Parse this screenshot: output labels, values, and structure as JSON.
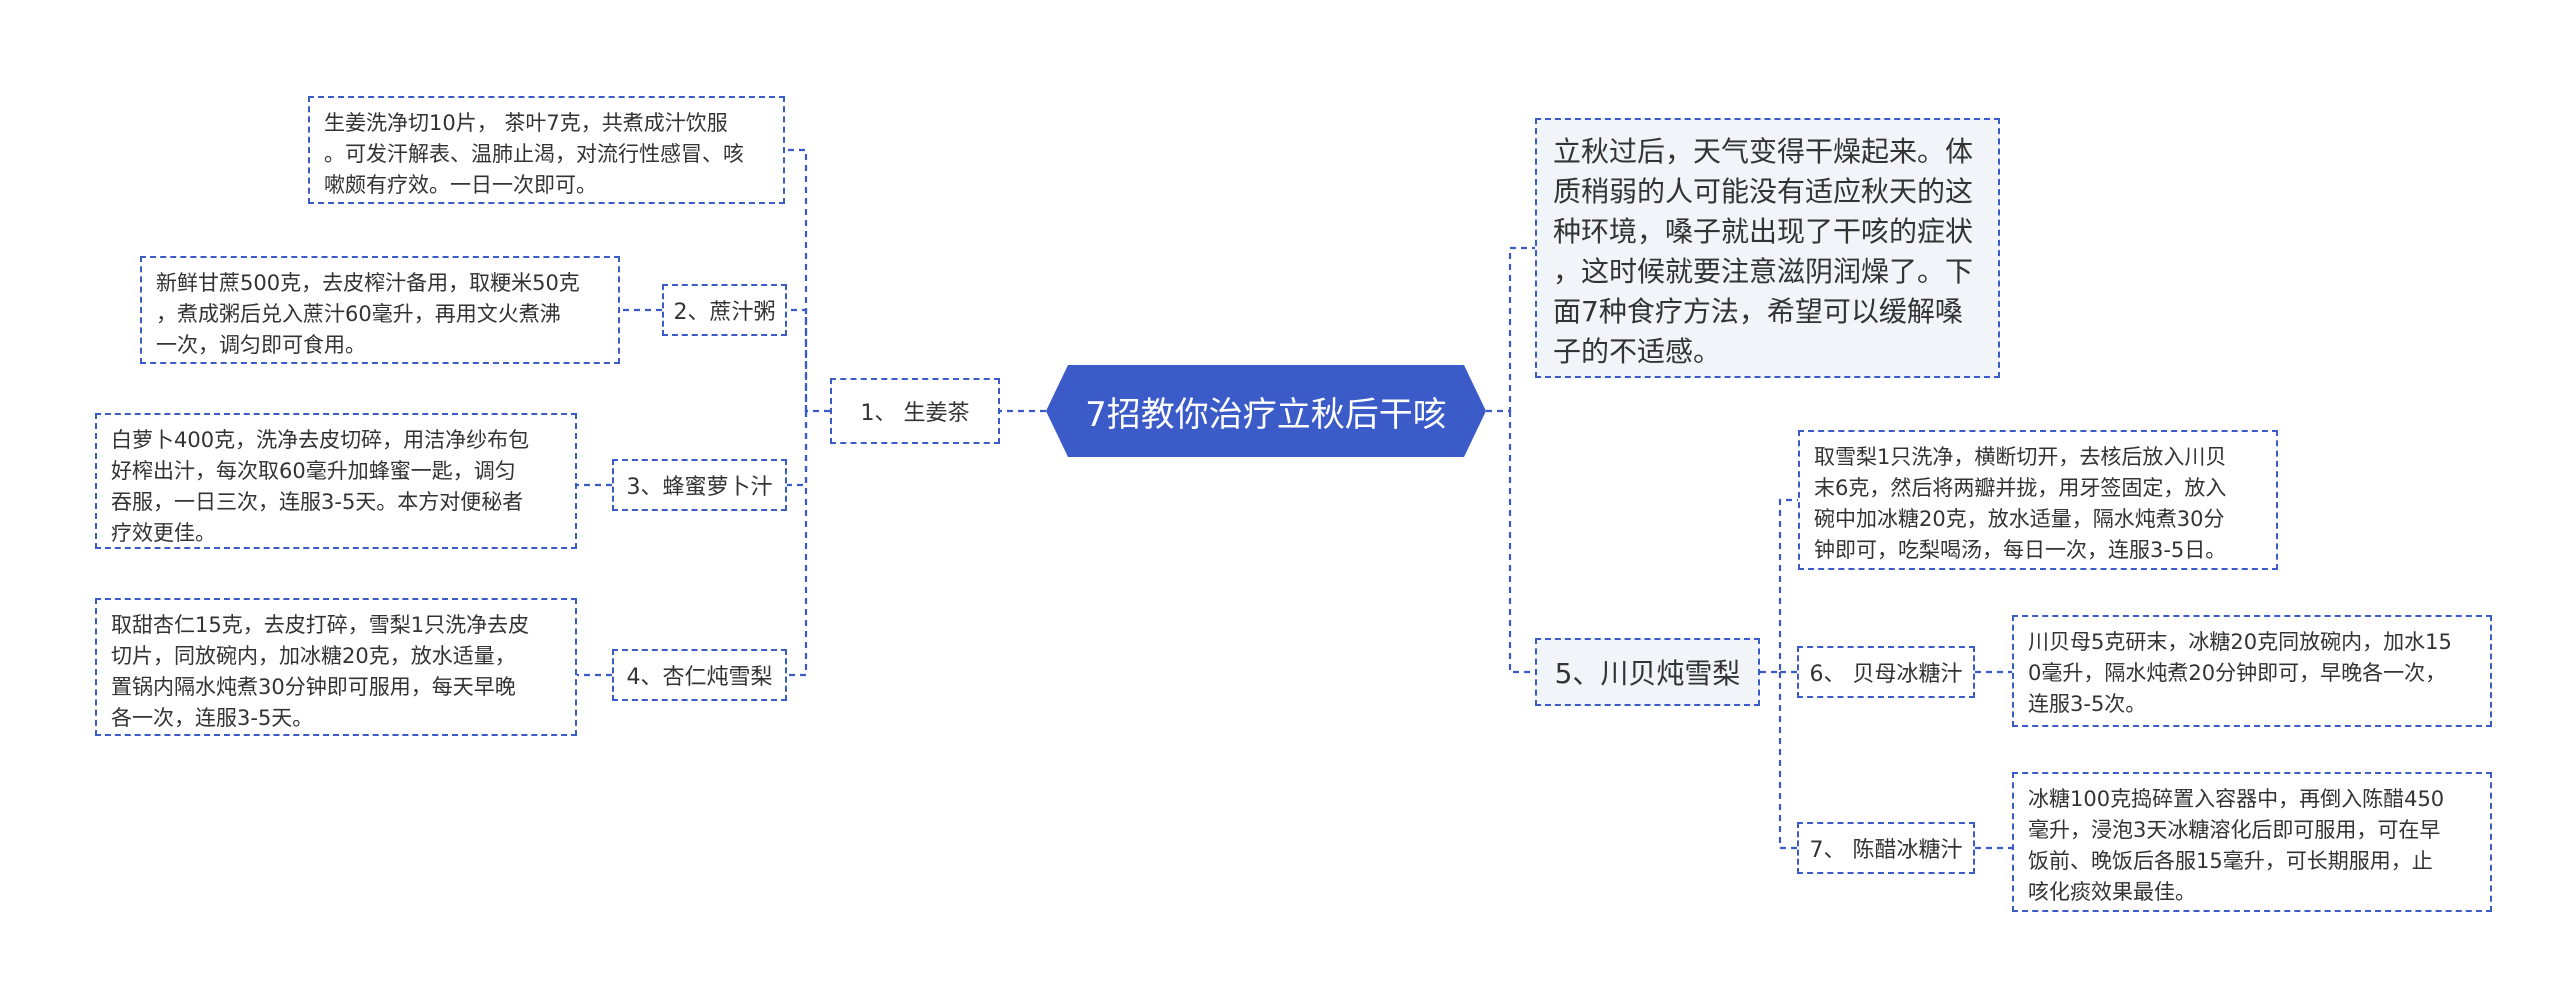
{
  "root": {
    "label": "7招教你治疗立秋后干咳",
    "fill": "#3b5bc9"
  },
  "intro": {
    "text": "立秋过后，天气变得干燥起来。体\n质稍弱的人可能没有适应秋天的这\n种环境，嗓子就出现了干咳的症状\n，这时候就要注意滋阴润燥了。下\n面7种食疗方法，希望可以缓解嗓\n子的不适感。"
  },
  "left_branch": {
    "label": "1、 生姜茶",
    "detail": "生姜洗净切10片， 茶叶7克，共煮成汁饮服\n。可发汗解表、温肺止渴，对流行性感冒、咳\n嗽颇有疗效。一日一次即可。",
    "children": [
      {
        "label": "2、蔗汁粥",
        "detail": "新鲜甘蔗500克，去皮榨汁备用，取粳米50克\n，煮成粥后兑入蔗汁60毫升，再用文火煮沸\n一次，调匀即可食用。"
      },
      {
        "label": "3、蜂蜜萝卜汁",
        "detail": "白萝卜400克，洗净去皮切碎，用洁净纱布包\n好榨出汁，每次取60毫升加蜂蜜一匙，调匀\n吞服，一日三次，连服3-5天。本方对便秘者\n疗效更佳。"
      },
      {
        "label": "4、杏仁炖雪梨",
        "detail": "取甜杏仁15克，去皮打碎，雪梨1只洗净去皮\n切片，同放碗内，加冰糖20克，放水适量，\n置锅内隔水炖煮30分钟即可服用，每天早晚\n各一次，连服3-5天。"
      }
    ]
  },
  "right_branch": {
    "label": "5、川贝炖雪梨",
    "detail": "取雪梨1只洗净，横断切开，去核后放入川贝\n末6克，然后将两瓣并拢，用牙签固定，放入\n碗中加冰糖20克，放水适量，隔水炖煮30分\n钟即可，吃梨喝汤，每日一次，连服3-5日。",
    "children": [
      {
        "label": "6、 贝母冰糖汁",
        "detail": "川贝母5克研末，冰糖20克同放碗内，加水15\n0毫升，隔水炖煮20分钟即可，早晚各一次，\n连服3-5次。"
      },
      {
        "label": "7、 陈醋冰糖汁",
        "detail": "冰糖100克捣碎置入容器中，再倒入陈醋450\n毫升，浸泡3天冰糖溶化后即可服用，可在早\n饭前、晚饭后各服15毫升，可长期服用，止\n咳化痰效果最佳。"
      }
    ]
  }
}
